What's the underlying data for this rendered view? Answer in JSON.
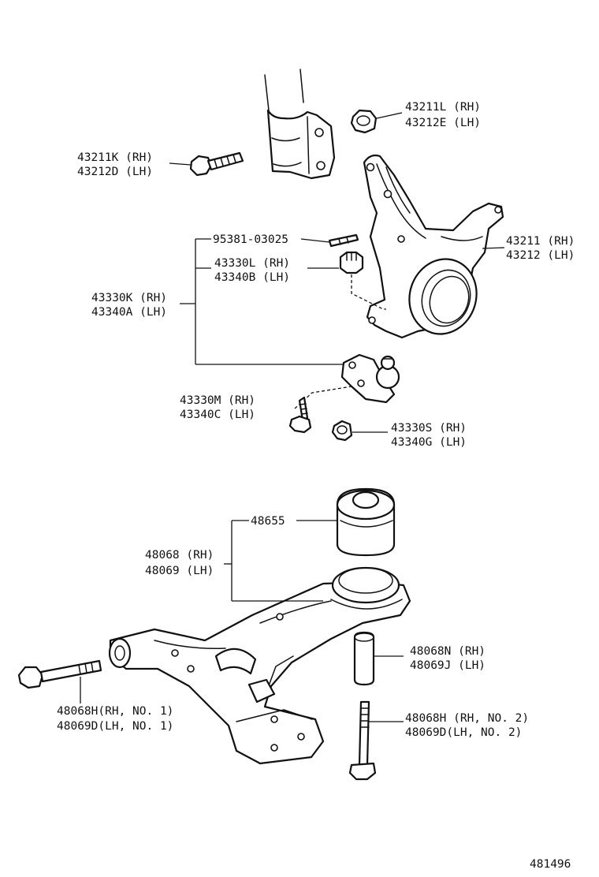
{
  "labels": {
    "nut_upper_rh": "43211L (RH)",
    "nut_upper_lh": "43212E (LH)",
    "bolt_upper_rh": "43211K (RH)",
    "bolt_upper_lh": "43212D (LH)",
    "knuckle_rh": "43211 (RH)",
    "knuckle_lh": "43212 (LH)",
    "cotter_pin": "95381-03025",
    "castle_nut_rh": "43330L (RH)",
    "castle_nut_lh": "43340B (LH)",
    "ball_joint_rh": "43330K (RH)",
    "ball_joint_lh": "43340A (LH)",
    "bj_bolt_rh": "43330M (RH)",
    "bj_bolt_lh": "43340C (LH)",
    "bj_nut_rh": "43330S (RH)",
    "bj_nut_lh": "43340G (LH)",
    "bushing": "48655",
    "arm_rh": "48068 (RH)",
    "arm_lh": "48069 (LH)",
    "collar_rh": "48068N (RH)",
    "collar_lh": "48069J (LH)",
    "bolt_no1_rh": "48068H(RH, NO. 1)",
    "bolt_no1_lh": "48069D(LH, NO. 1)",
    "bolt_no2_rh": "48068H (RH, NO. 2)",
    "bolt_no2_lh": "48069D(LH, NO. 2)",
    "diagram_number": "481496"
  }
}
